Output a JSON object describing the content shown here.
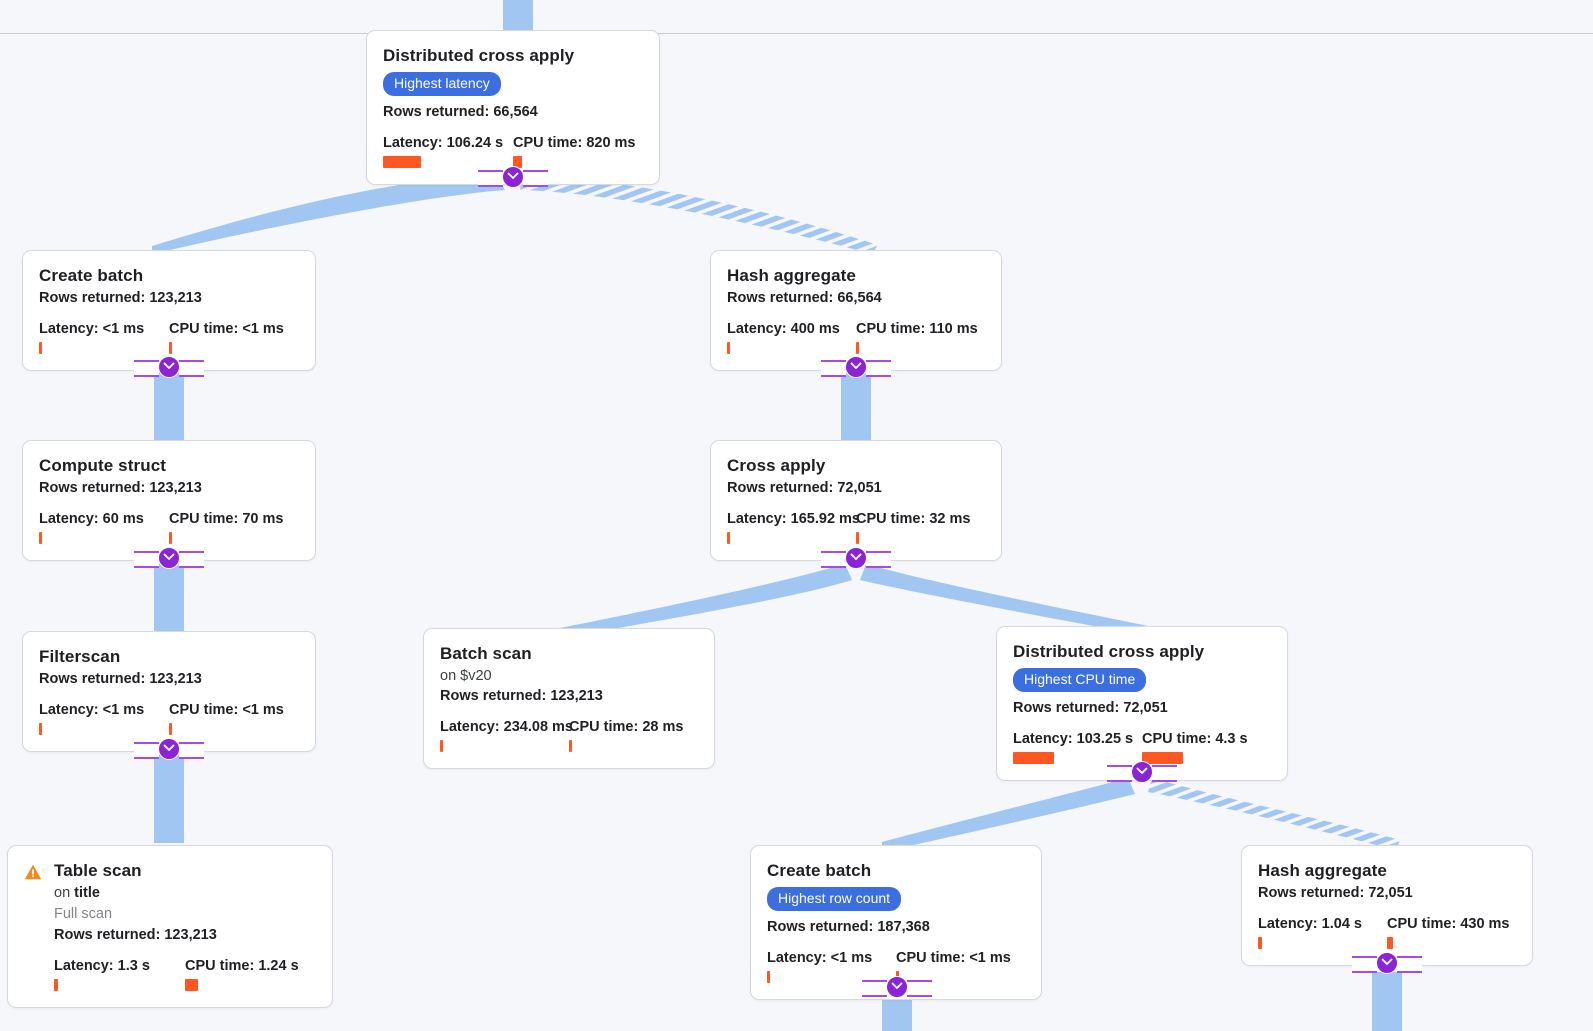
{
  "theme": {
    "canvas_bg": "#f6f7fa",
    "card_bg": "#ffffff",
    "card_border": "#d6d9de",
    "badge_bg": "#3b6fe0",
    "metric_bar": "#ff5722",
    "edge_color": "#a2c6f2",
    "toggle_color": "#8a24d4",
    "warning_color": "#ef8b1c"
  },
  "labels": {
    "rows_prefix": "Rows returned: ",
    "latency_prefix": "Latency: ",
    "cpu_prefix": "CPU time: ",
    "on_prefix": "on "
  },
  "nodes": [
    {
      "id": "distributed-cross-apply-root",
      "title": "Distributed cross apply",
      "badge": "Highest latency",
      "rows": "Rows returned: 66,564",
      "latency": "Latency: 106.24 s",
      "cpu": "CPU time: 820 ms"
    },
    {
      "id": "create-batch-left",
      "title": "Create batch",
      "rows": "Rows returned: 123,213",
      "latency": "Latency: <1 ms",
      "cpu": "CPU time: <1 ms"
    },
    {
      "id": "hash-aggregate-mid",
      "title": "Hash aggregate",
      "rows": "Rows returned: 66,564",
      "latency": "Latency: 400 ms",
      "cpu": "CPU time: 110 ms"
    },
    {
      "id": "compute-struct",
      "title": "Compute struct",
      "rows": "Rows returned: 123,213",
      "latency": "Latency: 60 ms",
      "cpu": "CPU time: 70 ms"
    },
    {
      "id": "cross-apply",
      "title": "Cross apply",
      "rows": "Rows returned: 72,051",
      "latency": "Latency: 165.92 ms",
      "cpu": "CPU time: 32 ms"
    },
    {
      "id": "filterscan",
      "title": "Filterscan",
      "rows": "Rows returned: 123,213",
      "latency": "Latency: <1 ms",
      "cpu": "CPU time: <1 ms"
    },
    {
      "id": "batch-scan",
      "title": "Batch scan",
      "subject": "on $v20",
      "rows": "Rows returned: 123,213",
      "latency": "Latency: 234.08 ms",
      "cpu": "CPU time: 28 ms"
    },
    {
      "id": "distributed-cross-apply-cpu",
      "title": "Distributed cross apply",
      "badge": "Highest CPU time",
      "rows": "Rows returned: 72,051",
      "latency": "Latency: 103.25 s",
      "cpu": "CPU time: 4.3 s"
    },
    {
      "id": "table-scan",
      "title": "Table scan",
      "warning": true,
      "subject_prefix": "on ",
      "subject_target": "title",
      "scan_type": "Full scan",
      "rows": "Rows returned: 123,213",
      "latency": "Latency: 1.3 s",
      "cpu": "CPU time: 1.24 s"
    },
    {
      "id": "create-batch-bottom",
      "title": "Create batch",
      "badge": "Highest row count",
      "rows": "Rows returned: 187,368",
      "latency": "Latency: <1 ms",
      "cpu": "CPU time: <1 ms"
    },
    {
      "id": "hash-aggregate-bottom",
      "title": "Hash aggregate",
      "rows": "Rows returned: 72,051",
      "latency": "Latency: 1.04 s",
      "cpu": "CPU time: 430 ms"
    }
  ],
  "toggles": [
    {
      "id": "toggle-root",
      "name": "collapse-toggle-distributed-cross-apply-root"
    },
    {
      "id": "toggle-create-batch-left",
      "name": "collapse-toggle-create-batch-left"
    },
    {
      "id": "toggle-hash-aggregate-mid",
      "name": "collapse-toggle-hash-aggregate-mid"
    },
    {
      "id": "toggle-compute-struct",
      "name": "collapse-toggle-compute-struct"
    },
    {
      "id": "toggle-cross-apply",
      "name": "collapse-toggle-cross-apply"
    },
    {
      "id": "toggle-filterscan",
      "name": "collapse-toggle-filterscan"
    },
    {
      "id": "toggle-dca-cpu",
      "name": "collapse-toggle-distributed-cross-apply-cpu"
    },
    {
      "id": "toggle-create-batch-bottom",
      "name": "collapse-toggle-create-batch-bottom"
    },
    {
      "id": "toggle-hash-aggregate-bottom",
      "name": "collapse-toggle-hash-aggregate-bottom"
    }
  ]
}
